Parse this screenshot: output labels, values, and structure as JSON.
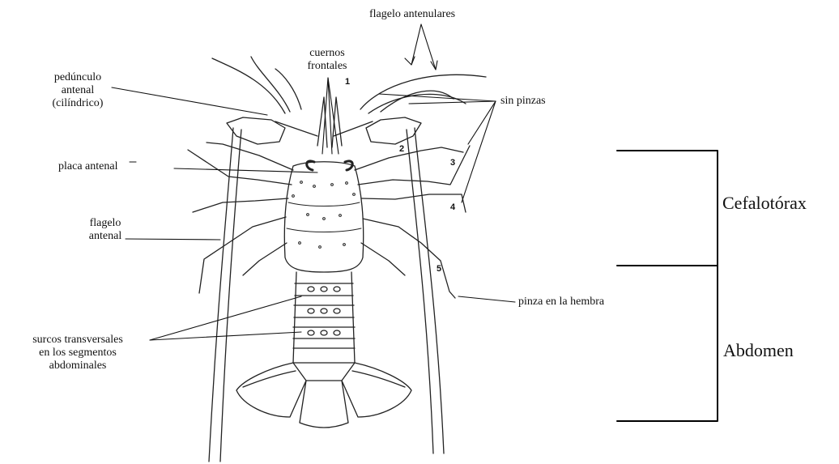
{
  "labels": {
    "flagelo_antenulares": "flagelo antenulares",
    "cuernos_frontales_1": "cuernos",
    "cuernos_frontales_2": "frontales",
    "pedunculo_1": "pedúnculo",
    "pedunculo_2": "antenal",
    "pedunculo_3": "(cilíndrico)",
    "sin_pinzas": "sin pinzas",
    "placa_antenal": "placa antenal",
    "flagelo_antenal_1": "flagelo",
    "flagelo_antenal_2": "antenal",
    "pinza_hembra": "pinza en la hembra",
    "surcos_1": "surcos transversales",
    "surcos_2": "en los segmentos",
    "surcos_3": "abdominales"
  },
  "regions": {
    "cefalotorax": "Cefalotórax",
    "abdomen": "Abdomen"
  },
  "leg_numbers": [
    "1",
    "2",
    "3",
    "4",
    "5"
  ],
  "colors": {
    "ink": "#111111",
    "background": "#ffffff"
  }
}
